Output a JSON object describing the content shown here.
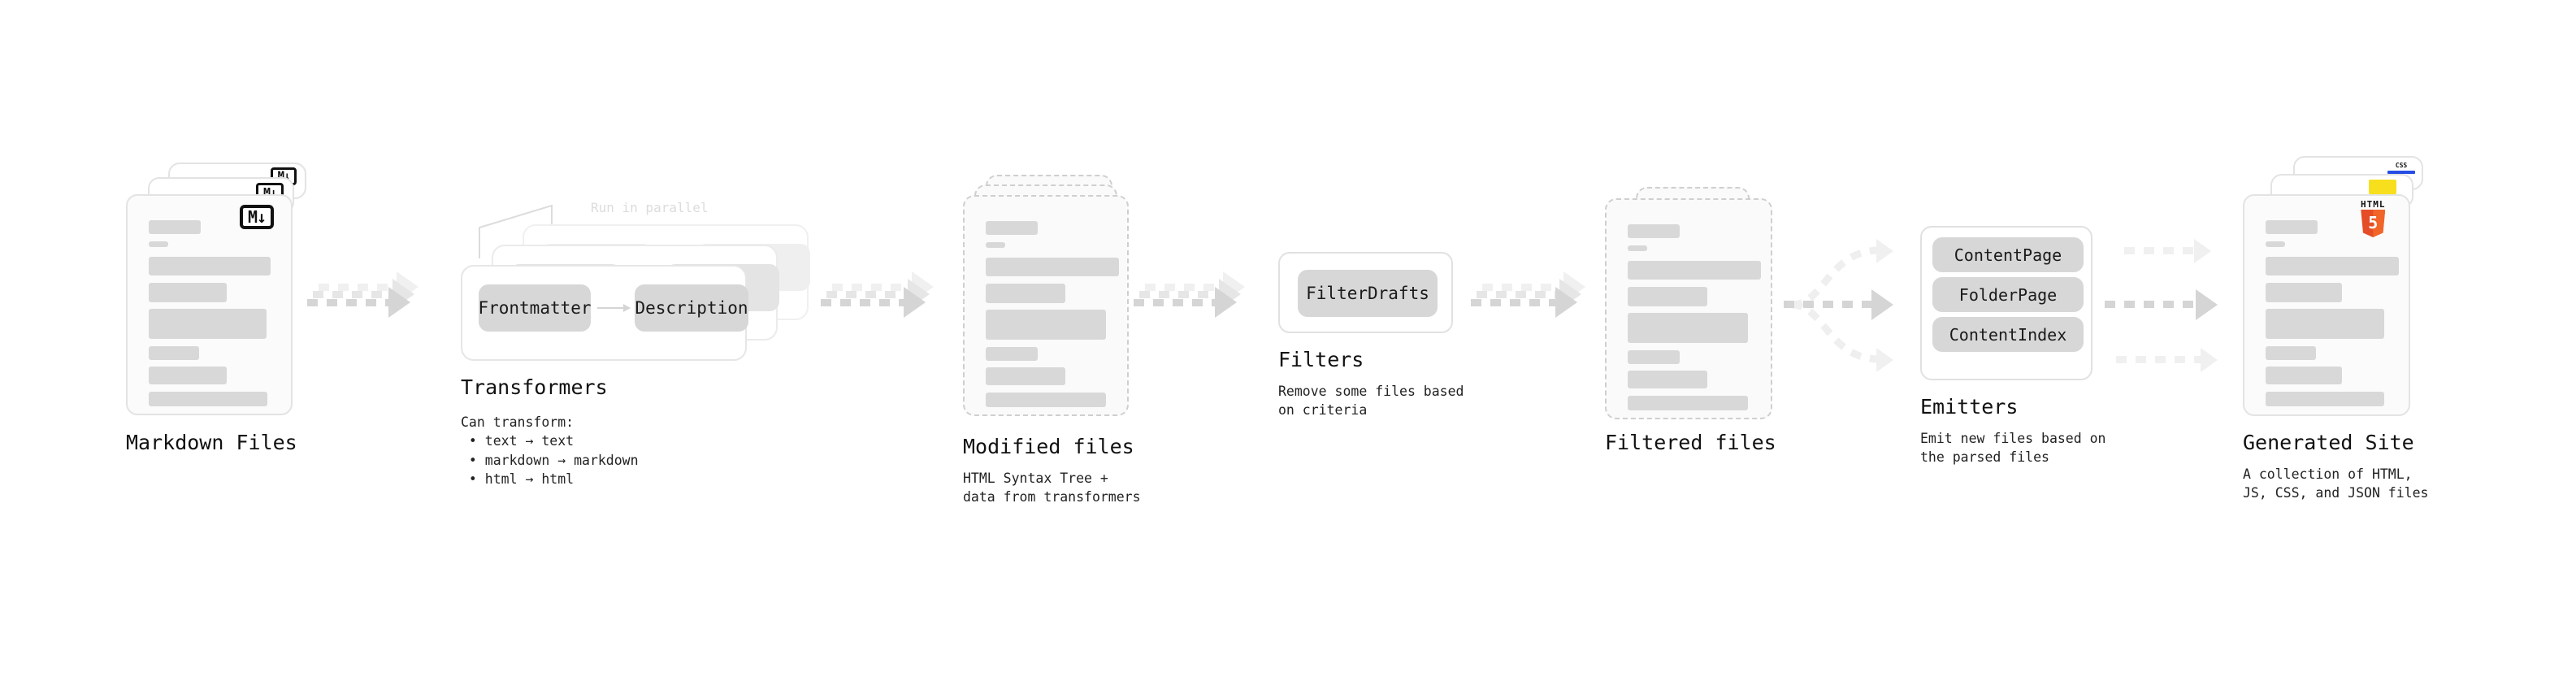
{
  "diagram": {
    "title_font_size": 25,
    "background": "#ffffff",
    "accent_colors": {
      "card_fill": "#fbfbfb",
      "card_border": "#e3e3e3",
      "bar": "#d8d8d8",
      "pill": "#d7d7d7",
      "arrow_dark": "#d5d5d5",
      "arrow_mid": "#e6e6e6",
      "arrow_light": "#f0f0f0",
      "html5_orange": "#e44d26",
      "css_blue": "#264de4",
      "js_yellow": "#f7df1e",
      "parallel_label": "#dcdcdc"
    }
  },
  "stages": {
    "markdown": {
      "title": "Markdown Files",
      "badge_letter": "M",
      "badge_arrow": "↓",
      "badge_name": "markdown-badge"
    },
    "transformers": {
      "title": "Transformers",
      "parallel_label": "Run in parallel",
      "pills": [
        "Frontmatter",
        "Description"
      ],
      "caption_lines": [
        "Can transform:",
        "• text → text",
        "• markdown → markdown",
        "• html → html"
      ],
      "caption_text": "Can transform:\n • text → text\n • markdown → markdown\n • html → html"
    },
    "modified": {
      "title": "Modified files",
      "caption_lines": [
        "HTML Syntax Tree +",
        "data from transformers"
      ],
      "caption_text": "HTML Syntax Tree +\ndata from transformers"
    },
    "filters": {
      "title": "Filters",
      "pills": [
        "FilterDrafts"
      ],
      "caption_lines": [
        "Remove some files based",
        "on criteria"
      ],
      "caption_text": "Remove some files based\non criteria"
    },
    "filtered": {
      "title": "Filtered files",
      "caption_lines": [],
      "caption_text": ""
    },
    "emitters": {
      "title": "Emitters",
      "pills": [
        "ContentPage",
        "FolderPage",
        "ContentIndex"
      ],
      "caption_lines": [
        "Emit new files based on",
        "the parsed files"
      ],
      "caption_text": "Emit new files based on\nthe parsed files"
    },
    "generated": {
      "title": "Generated Site",
      "caption_lines": [
        "A collection of HTML,",
        "JS, CSS, and JSON files"
      ],
      "caption_text": "A collection of HTML,\nJS, CSS, and JSON files",
      "badges": {
        "html5_word": "HTML",
        "html5_number": "5",
        "css_word": "CSS"
      }
    }
  }
}
